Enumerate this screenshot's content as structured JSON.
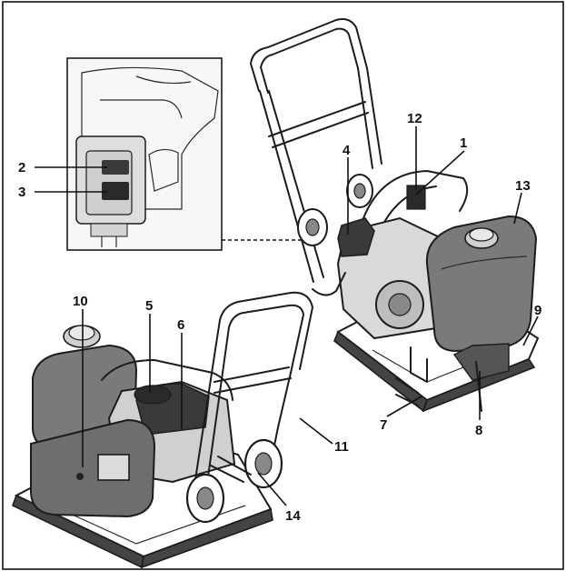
{
  "callouts": [
    {
      "id": "1",
      "label": "1"
    },
    {
      "id": "2",
      "label": "2"
    },
    {
      "id": "3",
      "label": "3"
    },
    {
      "id": "4",
      "label": "4"
    },
    {
      "id": "5",
      "label": "5"
    },
    {
      "id": "6",
      "label": "6"
    },
    {
      "id": "7",
      "label": "7"
    },
    {
      "id": "8",
      "label": "8"
    },
    {
      "id": "9",
      "label": "9"
    },
    {
      "id": "10",
      "label": "10"
    },
    {
      "id": "11",
      "label": "11"
    },
    {
      "id": "12",
      "label": "12"
    },
    {
      "id": "13",
      "label": "13"
    },
    {
      "id": "14",
      "label": "14"
    }
  ],
  "colors": {
    "line": "#1c1c1c",
    "tank_fill": "#7a7a7a",
    "belt_guard_fill": "#6e6e6e",
    "engine_fill": "#3a3a3a",
    "frame_fill": "#ffffff",
    "border": "#000000"
  }
}
